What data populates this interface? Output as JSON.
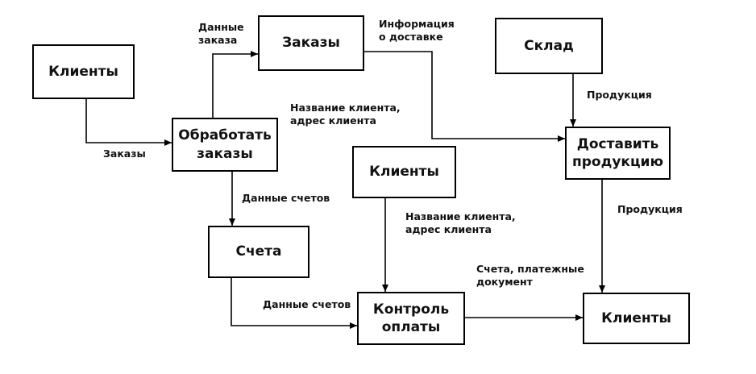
{
  "nodes": {
    "clients_top": "Клиенты",
    "orders": "Заказы",
    "warehouse": "Склад",
    "process_orders": "Обработать\nзаказы",
    "deliver": "Доставить\nпродукцию",
    "clients_mid": "Клиенты",
    "invoices": "Счета",
    "payment_control": "Контроль\nоплаты",
    "clients_bottom": "Клиенты"
  },
  "edges": {
    "clients_to_process": "Заказы",
    "process_to_orders": "Данные\nзаказа",
    "orders_to_deliver": "Информация\nо доставке",
    "name_address_1": "Название клиента,\nадрес клиента",
    "warehouse_to_deliver": "Продукция",
    "process_to_invoices": "Данные счетов",
    "clients_to_payment": "Название клиента,\nадрес клиента",
    "deliver_to_clients": "Продукция",
    "invoices_to_payment": "Данные счетов",
    "payment_to_clients": "Счета, платежные\nдокумент"
  }
}
